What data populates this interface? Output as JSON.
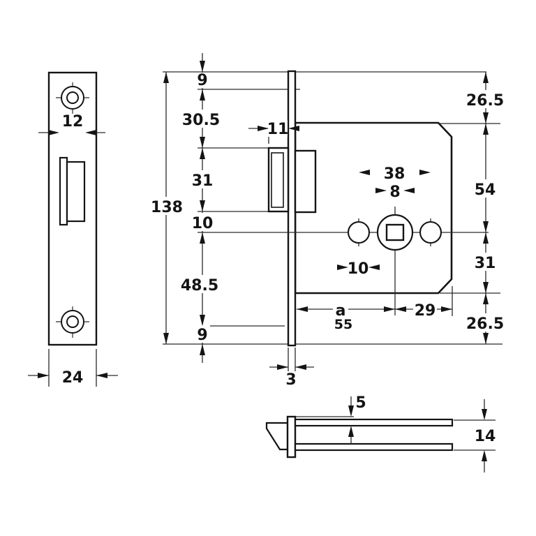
{
  "drawing_type": "mortise-deadbolt-lock-technical-drawing",
  "colors": {
    "line": "#1a1a1a",
    "background": "#ffffff"
  },
  "dims": {
    "slot_width": "12",
    "plate_width": "24",
    "chain_top": "9",
    "chain_upper": "30.5",
    "bolt_height": "31",
    "chain_gap": "10",
    "chain_lower": "48.5",
    "chain_bottom": "9",
    "total_height": "138",
    "bolt_projection": "11",
    "faceplate_thickness": "3",
    "case_top": "26.5",
    "case_upper": "54",
    "case_lower": "31",
    "case_bottom": "26.5",
    "hole_spacing": "38",
    "spindle_size": "8",
    "hole_diameter": "10",
    "backset_label": "a",
    "backset_value": "55",
    "center_to_edge": "29",
    "plate_thickness": "5",
    "case_depth": "14"
  }
}
